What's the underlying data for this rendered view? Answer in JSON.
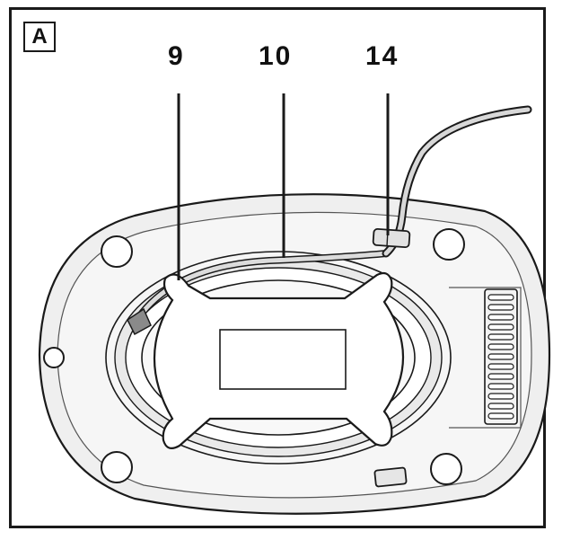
{
  "figure": {
    "panel_letter": "A",
    "callouts": [
      {
        "label": "9"
      },
      {
        "label": "10"
      },
      {
        "label": "14"
      }
    ]
  },
  "colors": {
    "line": "#1a1a1a",
    "base_fill": "#efefef",
    "base_inner_fill": "#f6f6f6",
    "cord_fill": "#d8d8d8",
    "white": "#ffffff"
  }
}
